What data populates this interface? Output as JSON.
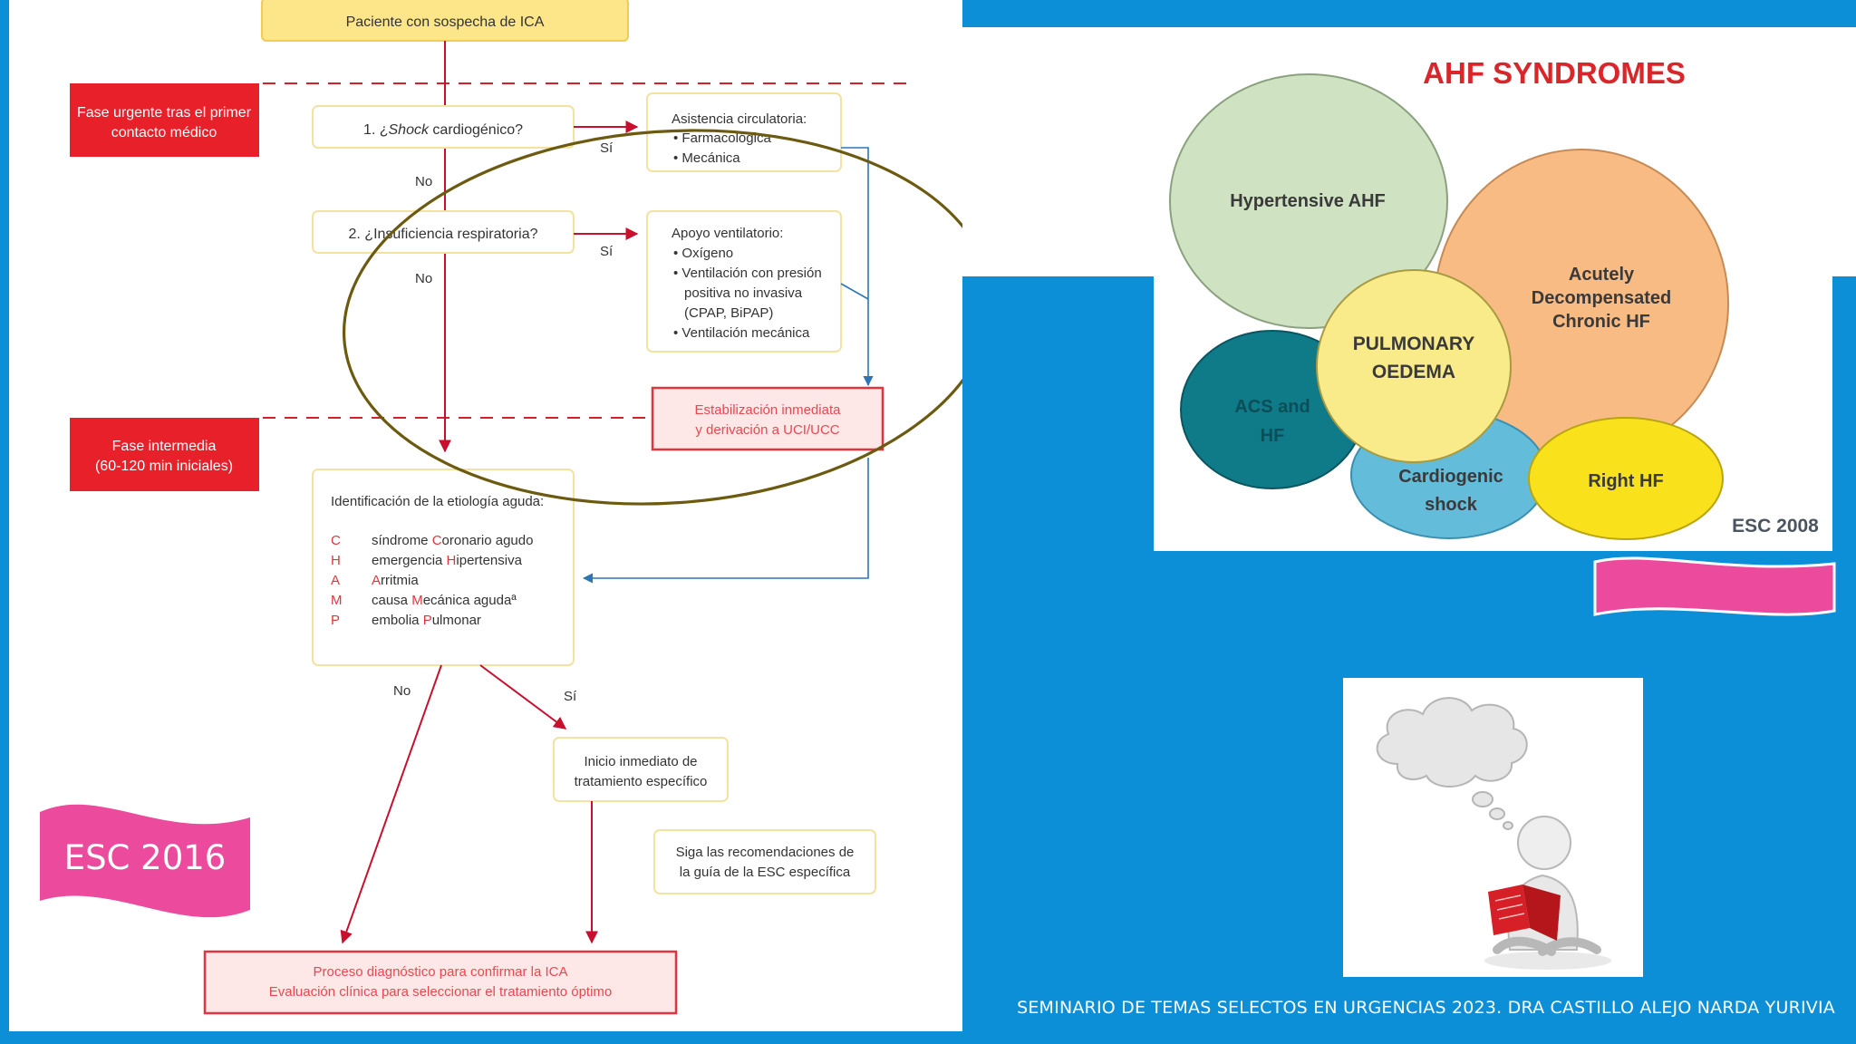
{
  "flowchart": {
    "start": "Paciente con sospecha de ICA",
    "phase_urgent": [
      "Fase urgente tras el primer",
      "contacto médico"
    ],
    "phase_intermediate": [
      "Fase intermedia",
      "(60-120 min iniciales)"
    ],
    "q1_prefix": "1. ¿",
    "q1_italic": "Shock",
    "q1_suffix": " cardiogénico?",
    "q2": "2. ¿Insuficiencia respiratoria?",
    "yes": "Sí",
    "no": "No",
    "circ_title": "Asistencia circulatoria:",
    "circ_items": [
      "• Farmacológica",
      "• Mecánica"
    ],
    "vent_title": "Apoyo ventilatorio:",
    "vent_lines": [
      "• Oxígeno",
      "• Ventilación con presión",
      "positiva no invasiva",
      "(CPAP, BiPAP)",
      "• Ventilación mecánica"
    ],
    "stab": [
      "Estabilización inmediata",
      "y derivación a UCI/UCC"
    ],
    "etio_title": "Identificación de la etiología aguda:",
    "etio_letters": [
      "C",
      "H",
      "A",
      "M",
      "P"
    ],
    "etio_items": [
      {
        "pre": "síndrome ",
        "hl": "C",
        "post": "oronario agudo"
      },
      {
        "pre": "emergencia ",
        "hl": "H",
        "post": "ipertensiva"
      },
      {
        "pre": "",
        "hl": "A",
        "post": "rritmia"
      },
      {
        "pre": "causa ",
        "hl": "M",
        "post": "ecánica agudaª"
      },
      {
        "pre": "embolia ",
        "hl": "P",
        "post": "ulmonar"
      }
    ],
    "start_treatment": [
      "Inicio inmediato de",
      "tratamiento específico"
    ],
    "follow_guide": [
      "Siga las recomendaciones de",
      "la guía de la ESC específica"
    ],
    "diag_process": [
      "Proceso diagnóstico para confirmar la ICA",
      "Evaluación clínica para seleccionar el tratamiento óptimo"
    ]
  },
  "ahf": {
    "title": "AHF SYNDROMES",
    "hypertensive": "Hypertensive AHF",
    "acute_decomp": [
      "Acutely",
      "Decompensated",
      "Chronic HF"
    ],
    "pulmonary": [
      "PULMONARY",
      "OEDEMA"
    ],
    "acs": [
      "ACS and",
      "HF"
    ],
    "cardiogenic": [
      "Cardiogenic",
      "shock"
    ],
    "right_hf": "Right HF",
    "source": "ESC 2008"
  },
  "badge_esc2016": "ESC 2016",
  "footer": "SEMINARIO DE TEMAS SELECTOS EN URGENCIAS 2023. DRA CASTILLO ALEJO NARDA YURIVIA",
  "colors": {
    "background": "#0d8fd8",
    "flow_red": "#c8102e",
    "phase_red": "#e8202a",
    "yellow_box": "#fde68a",
    "cream_border": "#f3e2a0",
    "pink": "#ec4a9c",
    "olive_ellipse": "#6b5a10",
    "arrow_blue": "#2b77b5",
    "hypertensive": "#cfe3c2",
    "acute_decomp": "#f9bb84",
    "pulmonary": "#faeb8a",
    "acs": "#0f7a88",
    "cardiogenic": "#64bcdb",
    "right_hf": "#f9e21b",
    "ahf_title": "#d8262b"
  }
}
